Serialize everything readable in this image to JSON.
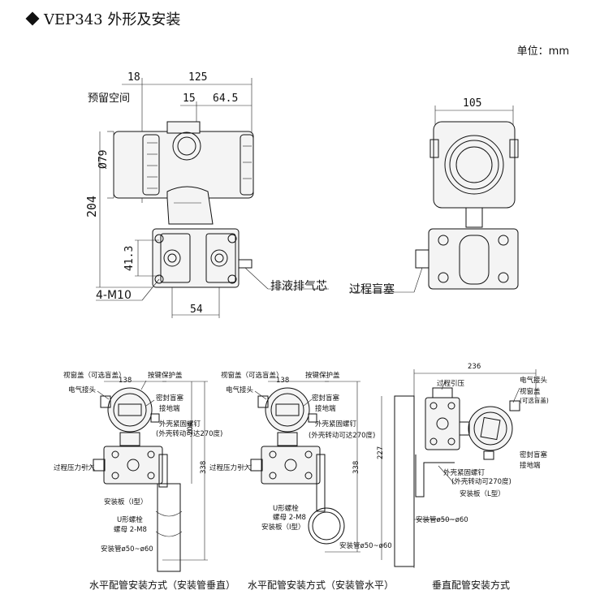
{
  "title": "VEP343 外形及安装",
  "unit": "单位：mm",
  "top_left": {
    "dim_18": "18",
    "dim_125": "125",
    "reserved_space": "预留空间",
    "dim_15": "15",
    "dim_64_5": "64.5",
    "dim_79": "Ø79",
    "dim_204": "204",
    "dim_41_3": "41.3",
    "thread": "4-M10",
    "dim_54": "54",
    "drain_vent": "排液排气芯"
  },
  "top_right": {
    "dim_105": "105",
    "process_plug": "过程盲塞"
  },
  "d1": {
    "window_cover": "视窗盖（可选盲盖）",
    "dim_138": "138",
    "button_cover": "按键保护盖",
    "elec_conn": "电气接头",
    "seal_plug": "密封盲塞",
    "ground": "接地端",
    "housing_screw": "外壳紧固螺钉",
    "rotate": "(外壳转动可达270度)",
    "dim_204": "204",
    "dim_338": "338",
    "pressure_in": "过程压力引入",
    "bracket": "安装板（I型）",
    "ubolt": "U形螺栓",
    "nut": "螺母 2-M8",
    "pipe": "安装管ø50~ø60",
    "caption": "水平配管安装方式（安装管垂直）"
  },
  "d2": {
    "window_cover": "视窗盖（可选盲盖）",
    "dim_138": "138",
    "button_cover": "按键保护盖",
    "elec_conn": "电气接头",
    "seal_plug": "密封盲塞",
    "ground": "接地端",
    "housing_screw": "外壳紧固螺钉",
    "rotate": "(外壳转动可达270度)",
    "dim_338": "338",
    "pressure_in": "过程压力引入",
    "ubolt": "U形螺栓",
    "nut": "螺母 2-M8",
    "bracket": "安装板（I型）",
    "pipe": "安装管ø50~ø60",
    "caption": "水平配管安装方式（安装管水平）"
  },
  "d3": {
    "dim_236": "236",
    "process_in": "过程引压",
    "elec_conn": "电气接头",
    "window_cover": "视窗盖",
    "optional": "(可选盲盖)",
    "dim_227": "227",
    "seal_plug": "密封盲塞",
    "ground": "接地端",
    "housing_screw": "外壳紧固螺钉",
    "rotate": "(外壳转动可270度)",
    "bracket": "安装板（L型）",
    "pipe": "安装管ø50~ø60",
    "caption": "垂直配管安装方式"
  }
}
